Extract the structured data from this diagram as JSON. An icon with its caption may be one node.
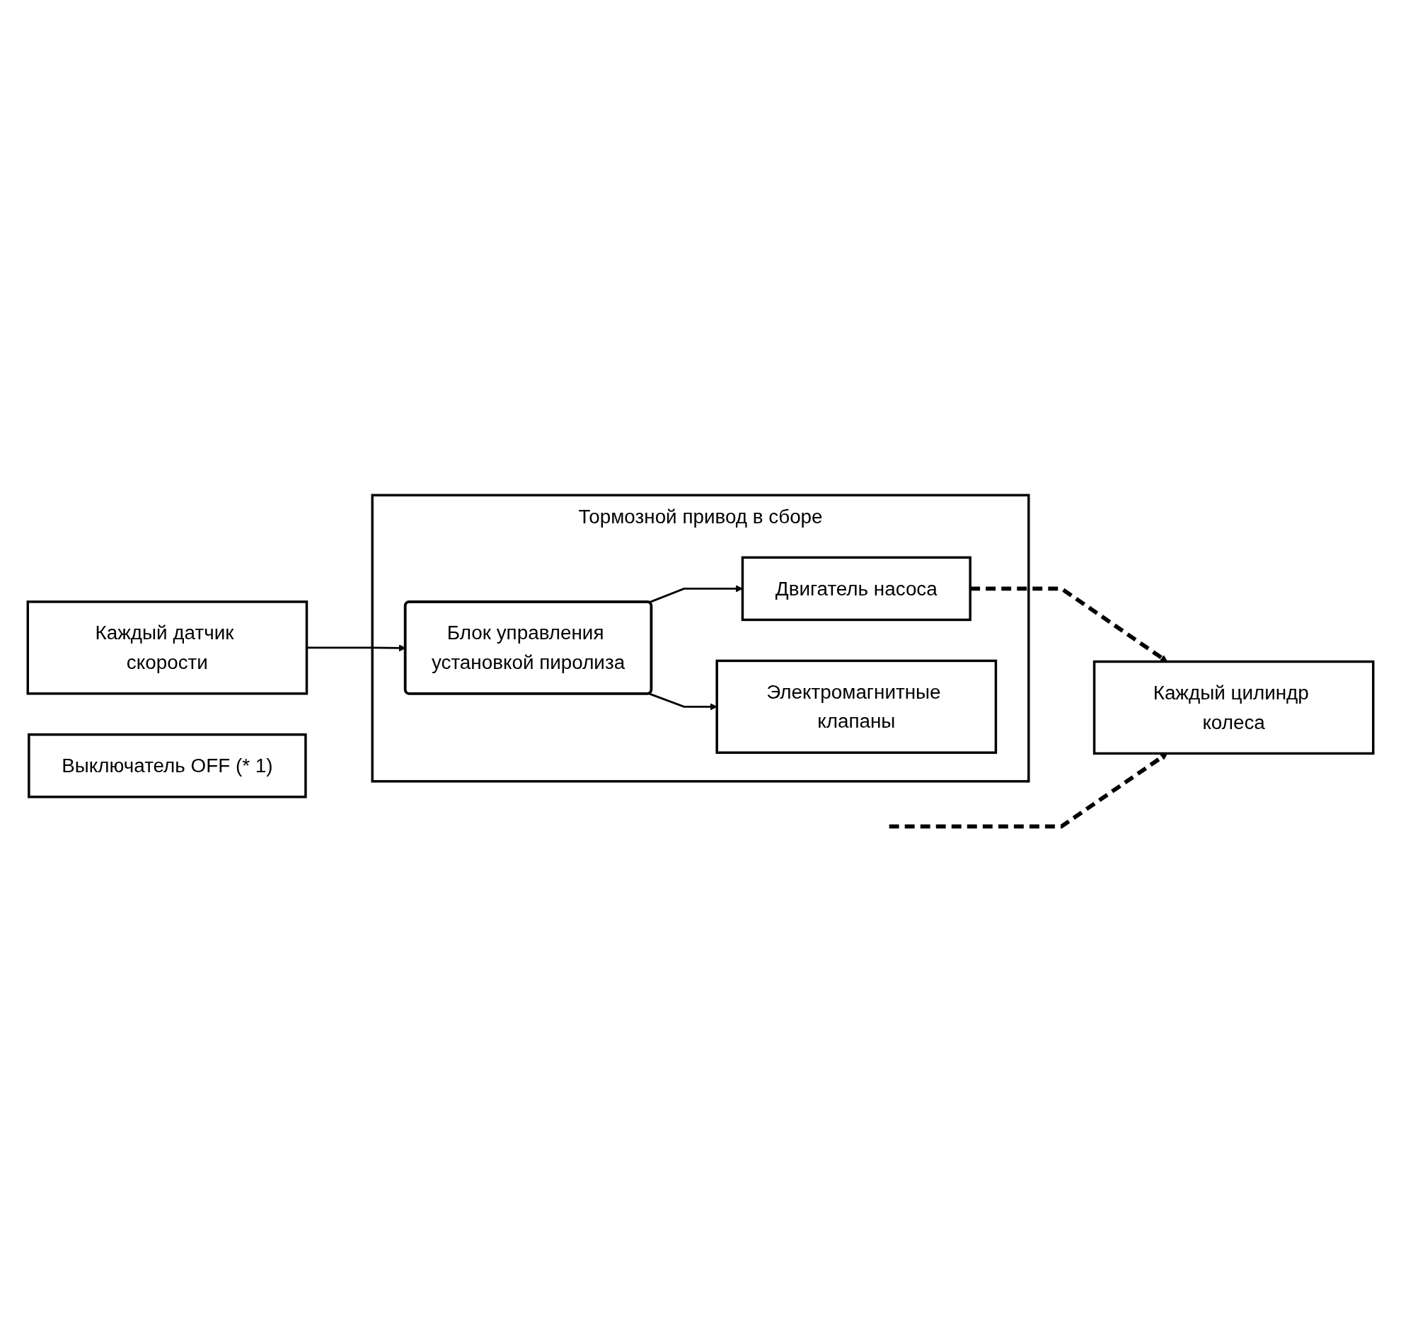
{
  "diagram": {
    "nodes": [
      {
        "text": [
          "Каждый датчик скорости"
        ]
      },
      {
        "text": [
          "Выключатель OFF (* 1)"
        ]
      },
      {
        "text": [
          "Тормозной привод в сборе"
        ]
      },
      {
        "text": [
          "Блок управления установкой пиролиза"
        ],
        "in": 2
      },
      {
        "text": [
          "Двигатель насоса"
        ],
        "in": 2
      },
      {
        "text": [
          "Электромагнитные клапаны"
        ],
        "in": 2
      },
      {
        "text": [
          "Каждый цилиндр колеса"
        ]
      }
    ],
    "edges": [
      {
        "from": 0,
        "to": 3,
        "arrow": "to"
      },
      {
        "from": 3,
        "to": 4,
        "arrow": "to"
      },
      {
        "from": 3,
        "to": 5,
        "arrow": "to"
      },
      {
        "from": 4,
        "to": 6,
        "arrow": "to",
        "style": "dashed"
      },
      {
        "from": null,
        "to": 6,
        "arrow": "to",
        "style": "dashed"
      }
    ]
  }
}
